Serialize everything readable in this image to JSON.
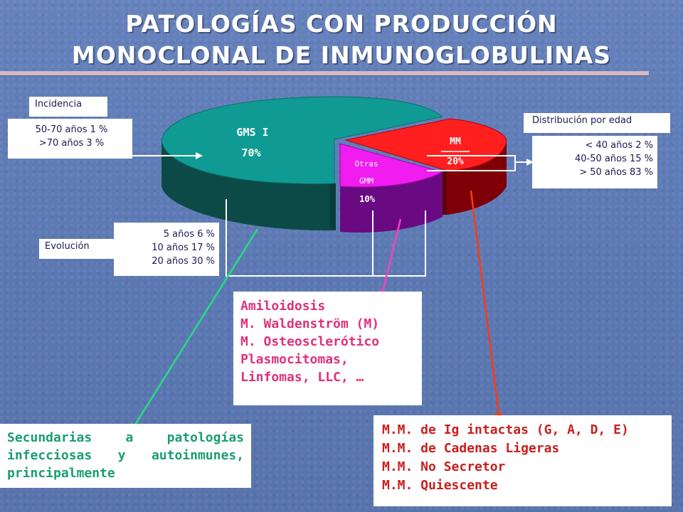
{
  "title": {
    "line1": "PATOLOGÍAS CON PRODUCCIÓN",
    "line2": "MONOCLONAL DE INMUNOGLOBULINAS"
  },
  "incidencia": {
    "label": "Incidencia",
    "rows": [
      "50-70 años  1 %",
      ">70 años  3 %"
    ]
  },
  "evolucion": {
    "label": "Evolución",
    "rows": [
      "5 años   6 %",
      "10 años  17 %",
      "20 años  30 %"
    ]
  },
  "distribucion": {
    "label": "Distribución por edad",
    "rows": [
      "< 40 años   2 %",
      "40-50 años  15 %",
      "> 50 años  83 %"
    ]
  },
  "otras_box": {
    "rows": [
      "Amiloidosis",
      "M. Waldenström (M)",
      "M. Osteosclerótico",
      "Plasmocitomas,",
      "Linfomas, LLC, …"
    ]
  },
  "secundarias_box": {
    "text": "Secundarias a patologías infecciosas y autoinmunes, principalmente"
  },
  "mm_box": {
    "rows": [
      "M.M. de Ig intactas (G, A, D, E)",
      "M.M. de Cadenas Ligeras",
      "M.M. No Secretor",
      "M.M. Quiescente"
    ]
  },
  "colors": {
    "gms": "#0f9b93",
    "mm": "#ff1f1f",
    "otras": "#f01cf0",
    "green_arrow": "#22e07e",
    "pink_arrow": "#ff3dc0",
    "red_arrow": "#ff3a10"
  },
  "chart_data": {
    "type": "pie",
    "style": "3d-exploded",
    "series": [
      {
        "name": "GMS I",
        "label": "GMS I",
        "value_label": "70%",
        "value": 70
      },
      {
        "name": "Otras GMM",
        "label_line1": "Otras",
        "label_line2": "GMM",
        "value_label": "10%",
        "value": 10
      },
      {
        "name": "MM",
        "label": "MM",
        "value_label": "20%",
        "value": 20
      }
    ]
  }
}
